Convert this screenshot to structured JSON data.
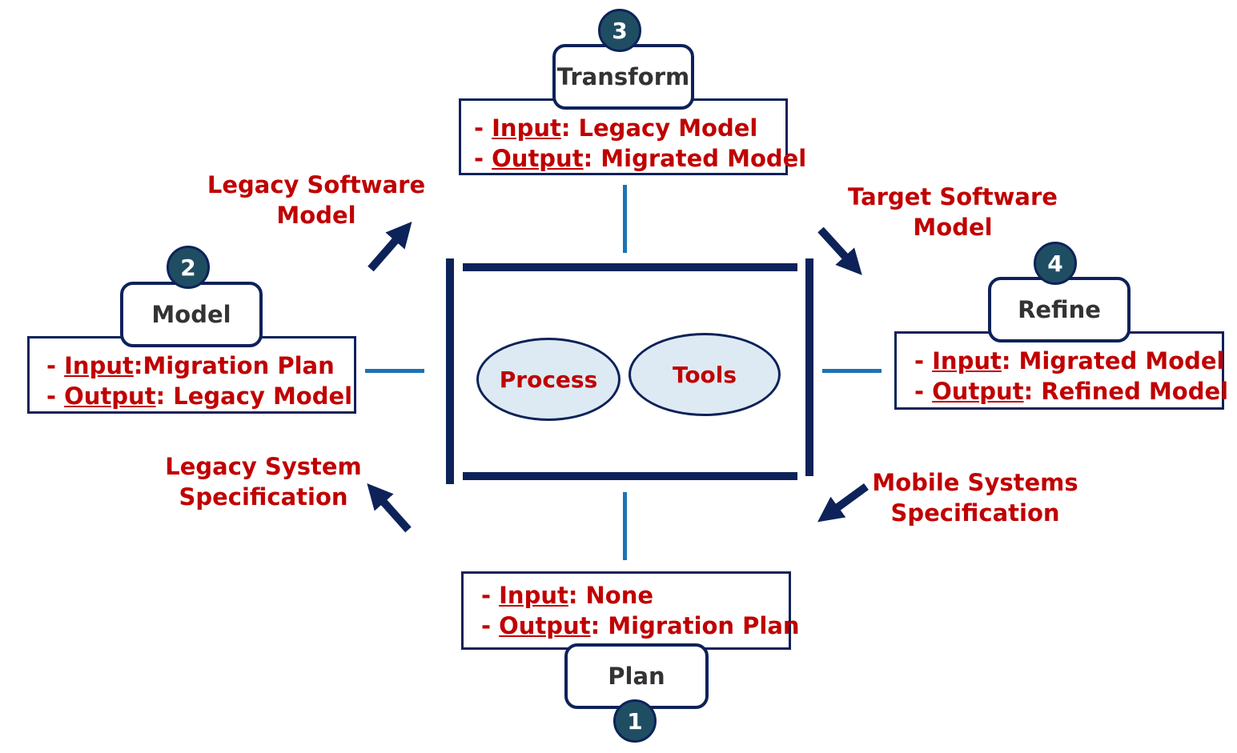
{
  "center": {
    "ellipses": [
      "Process",
      "Tools"
    ]
  },
  "steps": [
    {
      "number": "1",
      "title": "Plan",
      "input_label": "Input",
      "input_value": ": None",
      "output_label": "Output",
      "output_value": ": Migration Plan"
    },
    {
      "number": "2",
      "title": "Model",
      "input_label": "Input",
      "input_value": ":Migration Plan",
      "output_label": "Output",
      "output_value": ": Legacy Model"
    },
    {
      "number": "3",
      "title": "Transform",
      "input_label": "Input",
      "input_value": ": Legacy Model",
      "output_label": "Output",
      "output_value": ": Migrated Model"
    },
    {
      "number": "4",
      "title": "Refine",
      "input_label": "Input",
      "input_value": ": Migrated Model",
      "output_label": "Output",
      "output_value": ": Refined Model"
    }
  ],
  "dash": "- ",
  "labels": {
    "legacy_software_model": "Legacy Software\nModel",
    "target_software_model": "Target Software\nModel",
    "legacy_system_spec": "Legacy System\nSpecification",
    "mobile_systems_spec": "Mobile Systems\nSpecification"
  },
  "colors": {
    "navy": "#0d2259",
    "red": "#c00000",
    "badge": "#1f4e63",
    "connector": "#1a73b5",
    "ellipse_fill": "#ddeaf3"
  }
}
